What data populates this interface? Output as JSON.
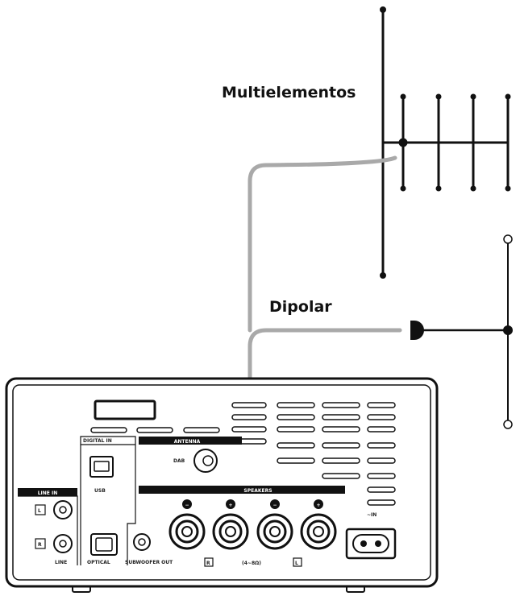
{
  "labels": {
    "yagi": "Multielementos",
    "dipole": "Dipolar"
  },
  "panel": {
    "digital_in": "DIGITAL IN",
    "antenna": "ANTENNA",
    "dab": "DAB",
    "usb": "USB",
    "line_in": "LINE IN",
    "l": "L",
    "r": "R",
    "line": "LINE",
    "optical": "OPTICAL",
    "subwoofer_out": "SUBWOOFER OUT",
    "speakers": "SPEAKERS",
    "impedance": "(4~8Ω)",
    "ac_in": "~IN",
    "minus": "−",
    "plus": "+"
  },
  "colors": {
    "cable": "#a9a9a9",
    "ink": "#111111"
  }
}
